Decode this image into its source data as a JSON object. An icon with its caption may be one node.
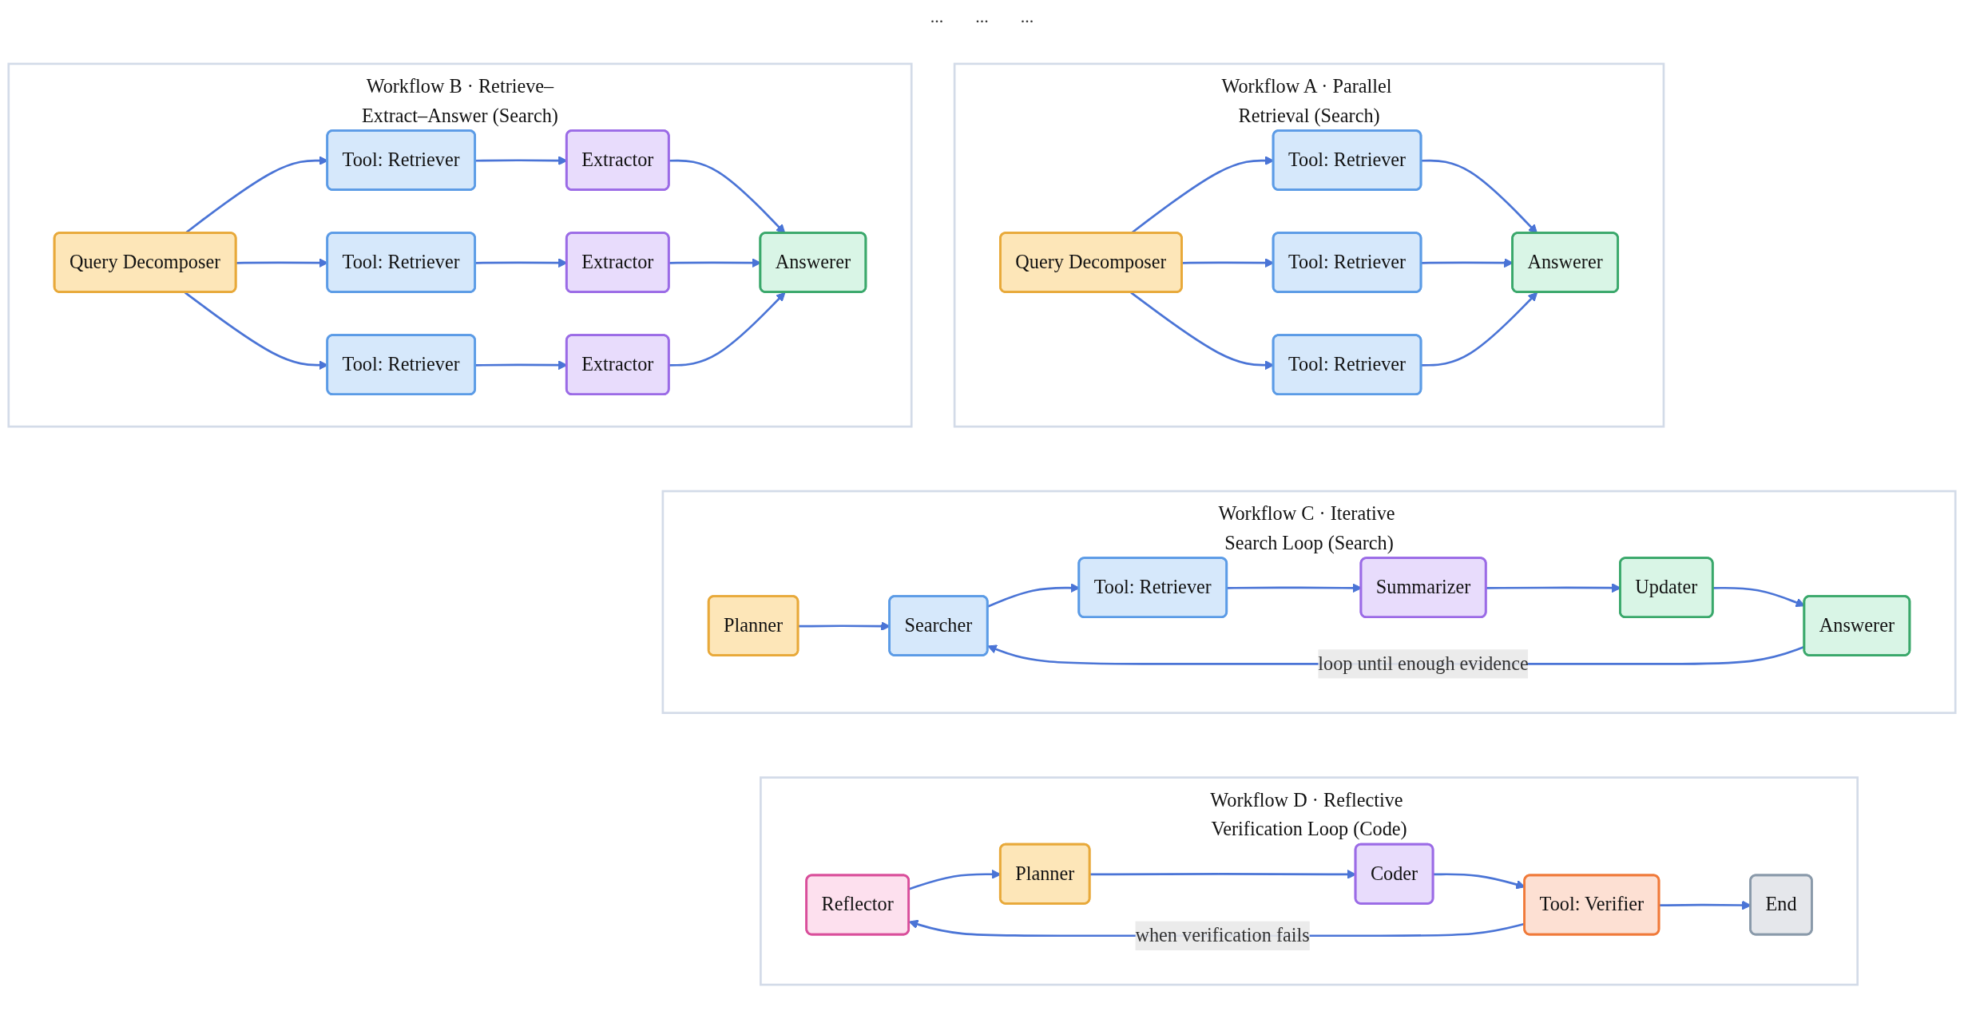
{
  "diagram": {
    "nodes": [
      {
        "text": [
          "Workflow A · Parallel Retrieval (Search)"
        ]
      },
      {
        "text": [
          "Query Decomposer"
        ],
        "in": 0
      },
      {
        "text": [
          "Tool: Retriever"
        ],
        "in": 0
      },
      {
        "text": [
          "Tool: Retriever"
        ],
        "in": 0
      },
      {
        "text": [
          "Tool: Retriever"
        ],
        "in": 0
      },
      {
        "text": [
          "Answerer"
        ],
        "in": 0
      },
      {
        "text": [
          "Workflow B · Retrieve–Extract–Answer (Search)"
        ]
      },
      {
        "text": [
          "Query Decomposer"
        ],
        "in": 6
      },
      {
        "text": [
          "Tool: Retriever"
        ],
        "in": 6
      },
      {
        "text": [
          "Tool: Retriever"
        ],
        "in": 6
      },
      {
        "text": [
          "Tool: Retriever"
        ],
        "in": 6
      },
      {
        "text": [
          "Extractor"
        ],
        "in": 6
      },
      {
        "text": [
          "Extractor"
        ],
        "in": 6
      },
      {
        "text": [
          "Extractor"
        ],
        "in": 6
      },
      {
        "text": [
          "Answerer"
        ],
        "in": 6
      },
      {
        "text": [
          "Workflow C · Iterative Search Loop (Search)"
        ]
      },
      {
        "text": [
          "Planner"
        ],
        "in": 15
      },
      {
        "text": [
          "Searcher"
        ],
        "in": 15
      },
      {
        "text": [
          "Tool: Retriever"
        ],
        "in": 15
      },
      {
        "text": [
          "Summarizer"
        ],
        "in": 15
      },
      {
        "text": [
          "Updater"
        ],
        "in": 15
      },
      {
        "text": [
          "Answerer"
        ],
        "in": 15
      },
      {
        "text": [
          "Workflow D · Reflective Verification Loop (Code)"
        ]
      },
      {
        "text": [
          "Reflector"
        ],
        "in": 22
      },
      {
        "text": [
          "Planner"
        ],
        "in": 22
      },
      {
        "text": [
          "Coder"
        ],
        "in": 22
      },
      {
        "text": [
          "Tool: Verifier"
        ],
        "in": 22
      },
      {
        "text": [
          "End"
        ],
        "in": 22
      }
    ],
    "edges": [
      {
        "from": 1,
        "to": 2,
        "arrow": "to"
      },
      {
        "from": 1,
        "to": 3,
        "arrow": "to"
      },
      {
        "from": 1,
        "to": 4,
        "arrow": "to"
      },
      {
        "from": 2,
        "to": 5,
        "arrow": "to"
      },
      {
        "from": 3,
        "to": 5,
        "arrow": "to"
      },
      {
        "from": 4,
        "to": 5,
        "arrow": "to"
      },
      {
        "from": 7,
        "to": 8,
        "arrow": "to"
      },
      {
        "from": 7,
        "to": 9,
        "arrow": "to"
      },
      {
        "from": 7,
        "to": 10,
        "arrow": "to"
      },
      {
        "from": 8,
        "to": 11,
        "arrow": "to"
      },
      {
        "from": 9,
        "to": 12,
        "arrow": "to"
      },
      {
        "from": 10,
        "to": 13,
        "arrow": "to"
      },
      {
        "from": 11,
        "to": 14,
        "arrow": "to"
      },
      {
        "from": 12,
        "to": 14,
        "arrow": "to"
      },
      {
        "from": 13,
        "to": 14,
        "arrow": "to"
      },
      {
        "from": 16,
        "to": 17,
        "arrow": "to"
      },
      {
        "from": 17,
        "to": 18,
        "arrow": "to"
      },
      {
        "from": 18,
        "to": 19,
        "arrow": "to"
      },
      {
        "from": 19,
        "to": 20,
        "arrow": "to"
      },
      {
        "from": 20,
        "to": 21,
        "arrow": "to"
      },
      {
        "from": 21,
        "to": 17,
        "arrow": "to",
        "label": "loop until enough evidence"
      },
      {
        "from": 24,
        "to": 25,
        "arrow": "to"
      },
      {
        "from": 25,
        "to": 26,
        "arrow": "to"
      },
      {
        "from": 26,
        "to": 27,
        "arrow": "to"
      },
      {
        "from": 26,
        "to": 23,
        "arrow": "to",
        "label": "when verification fails"
      },
      {
        "from": 23,
        "to": 24,
        "arrow": "to"
      }
    ],
    "labels": [
      "...",
      "...",
      "..."
    ]
  }
}
